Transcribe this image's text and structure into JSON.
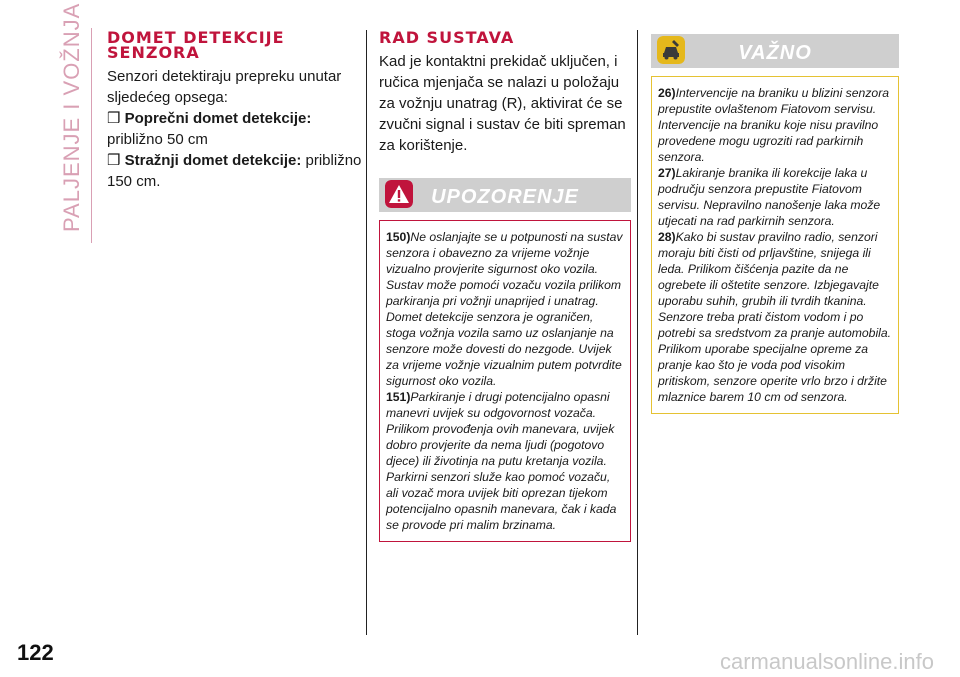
{
  "side_tab": {
    "label": "PALJENJE I VOŽNJA"
  },
  "page_number": "122",
  "watermark": "carmanualsonline.info",
  "col1": {
    "title_line1": "DOMET DETEKCIJE",
    "title_line2": "SENZORA",
    "intro": "Senzori detektiraju prepreku unutar sljedećeg opsega:",
    "items": [
      {
        "bullet": "❒",
        "label": "Poprečni domet detekcije:",
        "value": " približno 50 cm"
      },
      {
        "bullet": "❒",
        "label": "Stražnji domet detekcije:",
        "value": " približno 150 cm."
      }
    ]
  },
  "col2": {
    "title": "RAD SUSTAVA",
    "body": "Kad je kontaktni prekidač uključen, i ručica mjenjača se nalazi u položaju za vožnju unatrag (R), aktivirat će se zvučni signal i sustav će biti spreman za korištenje.",
    "warning_title": "UPOZORENJE",
    "notes": [
      {
        "num": "150)",
        "text": "Ne oslanjajte se u potpunosti na sustav senzora i obavezno za vrijeme vožnje vizualno provjerite sigurnost oko vozila. Sustav može pomoći vozaču vozila prilikom parkiranja pri vožnji unaprijed i unatrag. Domet detekcije senzora je ograničen, stoga vožnja vozila samo uz oslanjanje na senzore može dovesti do nezgode. Uvijek za vrijeme vožnje vizualnim putem potvrdite sigurnost oko vozila."
      },
      {
        "num": "151)",
        "text": "Parkiranje i drugi potencijalno opasni manevri uvijek su odgovornost vozača. Prilikom provođenja ovih manevara, uvijek dobro provjerite da nema ljudi (pogotovo djece) ili životinja na putu kretanja vozila. Parkirni senzori služe kao pomoć vozaču, ali vozač mora uvijek biti oprezan tijekom potencijalno opasnih manevara, čak i kada se provode pri malim brzinama."
      }
    ]
  },
  "col3": {
    "important_title": "VAŽNO",
    "notes": [
      {
        "num": "26)",
        "text": "Intervencije na braniku u blizini senzora prepustite ovlaštenom Fiatovom servisu. Intervencije na braniku koje nisu pravilno provedene mogu ugroziti rad parkirnih senzora."
      },
      {
        "num": "27)",
        "text": "Lakiranje branika ili korekcije laka u području senzora prepustite Fiatovom servisu. Nepravilno nanošenje laka može utjecati na rad parkirnih senzora."
      },
      {
        "num": "28)",
        "text": "Kako bi sustav pravilno radio, senzori moraju biti čisti od prljavštine, snijega ili leda. Prilikom čišćenja pazite da ne ogrebete ili oštetite senzore. Izbjegavajte uporabu suhih, grubih ili tvrdih tkanina. Senzore treba prati čistom vodom i po potrebi sa sredstvom za pranje automobila. Prilikom uporabe specijalne opreme za pranje kao što je voda pod visokim pritiskom, senzore operite vrlo brzo i držite mlaznice barem 10 cm od senzora."
      }
    ]
  },
  "colors": {
    "accent": "#c0143c",
    "warning_border": "#c0143c",
    "important_border": "#e5c233",
    "header_gray": "#cfcfcf",
    "side_tab": "#d9a0b4"
  },
  "icons": {
    "warning": "exclamation-triangle-icon",
    "important": "car-tool-icon"
  }
}
